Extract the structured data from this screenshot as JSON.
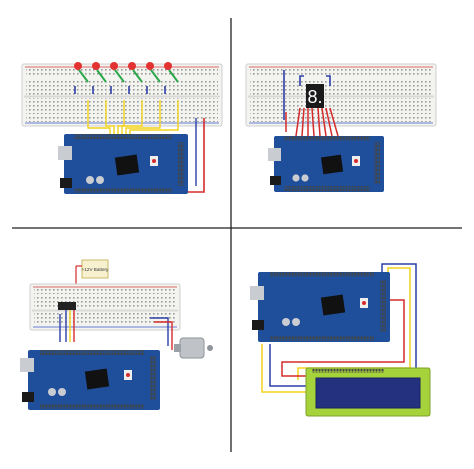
{
  "colors": {
    "background": "#ffffff",
    "divider": "#222222",
    "breadboard": "#f3f3f0",
    "breadboard_rail_red": "#d43a3a",
    "breadboard_rail_blue": "#3a58c9",
    "board_blue": "#1f4f9a",
    "board_dark": "#163a75",
    "header_black": "#1a1a1a",
    "chip": "#111111",
    "usb_silver": "#c9ccd1",
    "led_red": "#e23232",
    "wire_green": "#2da84a",
    "wire_yellow": "#f2d21b",
    "wire_red": "#d62b2b",
    "wire_blue": "#2d3fa8",
    "lcd_green": "#a6d23c",
    "lcd_screen": "#24317e",
    "battery_note": "#f7f1cf",
    "motor_silver": "#bfc3c8"
  },
  "panels": [
    {
      "id": "leds",
      "components": [
        "breadboard",
        "led-row",
        "mega-board"
      ],
      "led_count": 6
    },
    {
      "id": "seven-segment",
      "components": [
        "breadboard",
        "seven-segment-display",
        "mega-board"
      ],
      "segment_text": "8."
    },
    {
      "id": "motor",
      "components": [
        "breadboard",
        "battery-note",
        "ic-chip",
        "dc-motor",
        "mega-board"
      ],
      "battery_label": "+12V Battery"
    },
    {
      "id": "lcd",
      "components": [
        "mega-board",
        "lcd-module"
      ]
    }
  ]
}
